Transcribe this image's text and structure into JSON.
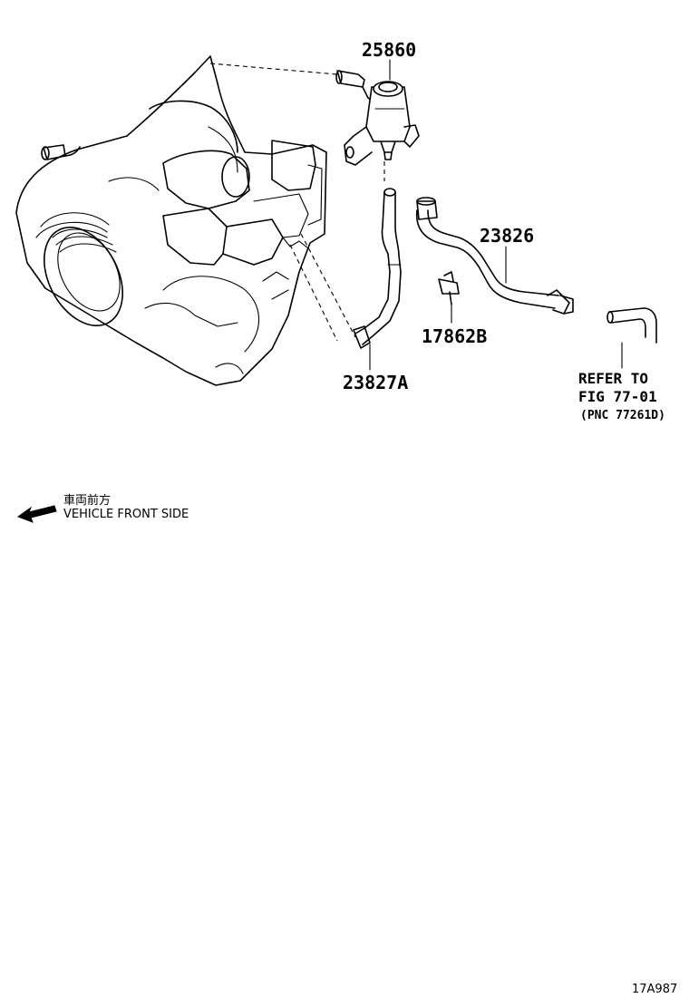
{
  "parts": {
    "vsv": "25860",
    "hose_long": "23826",
    "hose_short": "23827A",
    "clamp": "17862B"
  },
  "reference": {
    "line1": "REFER TO",
    "line2": "FIG 77-01",
    "line3": "(PNC 77261D)"
  },
  "direction": {
    "jp": "車両前方",
    "en": "VEHICLE FRONT SIDE"
  },
  "figure_code": "17A987"
}
